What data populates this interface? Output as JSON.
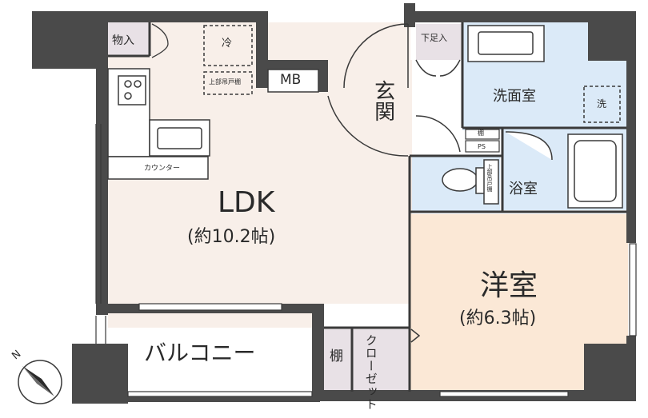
{
  "rooms": {
    "ldk": {
      "name": "LDK",
      "size": "(約10.2帖)"
    },
    "western": {
      "name": "洋室",
      "size": "(約6.3帖)"
    },
    "entrance": {
      "name": "玄関"
    },
    "washroom": {
      "name": "洗面室"
    },
    "bath": {
      "name": "浴室"
    },
    "balcony": {
      "name": "バルコニー"
    }
  },
  "labels": {
    "storage": "物入",
    "fridge": "冷",
    "upper_shelf": "上部吊戸棚",
    "mb": "MB",
    "shoe_box": "下足入",
    "washer": "洗",
    "counter": "カウンター",
    "shelf_small": "棚",
    "ps": "PS",
    "upper_shelf_wc": "上部吊戸棚",
    "shelf": "棚",
    "closet": "クローゼット"
  },
  "compass": {
    "north": "N"
  },
  "colors": {
    "wall": "#4a4a4a",
    "ldk_floor": "#f8efe9",
    "western_floor": "#fbe8d6",
    "water_floor": "#dbeaf8",
    "storage_floor": "#e8e1e6",
    "line": "#3a3a3a"
  }
}
